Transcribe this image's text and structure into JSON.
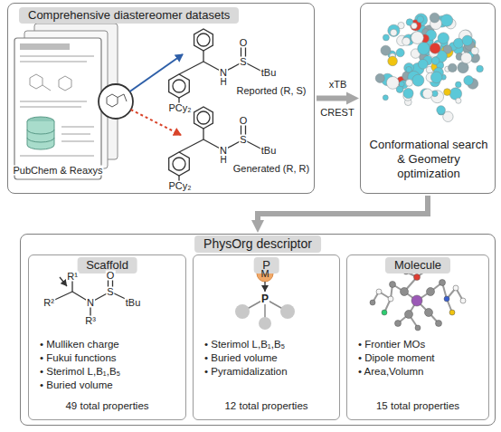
{
  "diagram": {
    "nodes": [
      {
        "text": [
          "Comprehensive diastereomer datasets"
        ]
      },
      {
        "text": [
          "Conformational search & Geometry optimization"
        ]
      },
      {
        "text": [
          "PhysOrg descriptor"
        ]
      },
      {
        "text": [
          "Scaffold",
          "• Mulliken charge",
          "• Fukui functions",
          "• Sterimol L,B₁,B₅",
          "• Buried volume",
          "49 total properties"
        ],
        "in": 2
      },
      {
        "text": [
          "P",
          "• Sterimol L,B₁,B₅",
          "• Buried volume",
          "• Pyramidalization",
          "12 total properties"
        ],
        "in": 2
      },
      {
        "text": [
          "Molecule",
          "• Frontier MOs",
          "• Dipole moment",
          "• Area,Volumn",
          "15 total properties"
        ],
        "in": 2
      }
    ],
    "edges": [
      {
        "from": 0,
        "to": 1,
        "arrow": "to",
        "label": "xTB"
      },
      {
        "from": 1,
        "to": 2,
        "arrow": "to"
      }
    ],
    "labels": [
      "PubChem & Reaxys",
      "Reported (R, S)",
      "Generated (R, R)",
      "CREST",
      "N",
      "H",
      "S",
      "O",
      "tBu",
      "PCy₂",
      "N",
      "H",
      "S",
      "O",
      "tBu",
      "PCy₂",
      "R¹",
      "R²",
      "N",
      "R³",
      "S",
      "O",
      "tBu",
      "M",
      "P"
    ]
  }
}
